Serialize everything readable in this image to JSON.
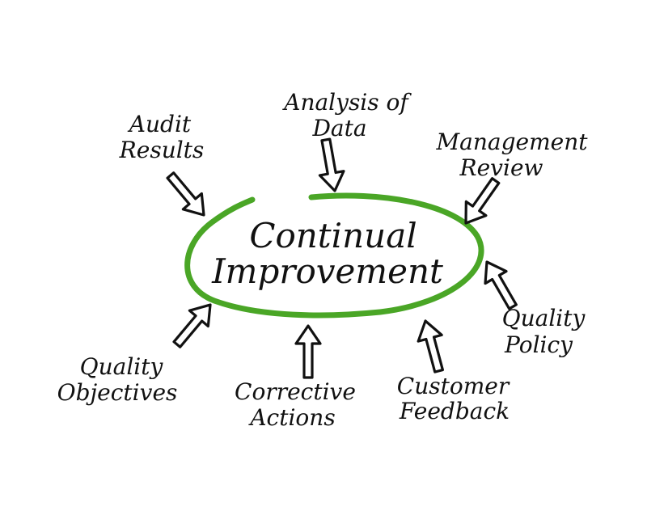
{
  "center": {
    "line1": "Continual",
    "line2": "Improvement"
  },
  "nodes": [
    {
      "id": "audit",
      "line1": "Audit",
      "line2": "Results"
    },
    {
      "id": "analysis",
      "line1": "Analysis of",
      "line2": "Data"
    },
    {
      "id": "management",
      "line1": "Management",
      "line2": "Review"
    },
    {
      "id": "policy",
      "line1": "Quality",
      "line2": "Policy"
    },
    {
      "id": "customer",
      "line1": "Customer",
      "line2": "Feedback"
    },
    {
      "id": "corrective",
      "line1": "Corrective",
      "line2": "Actions"
    },
    {
      "id": "objectives",
      "line1": "Quality",
      "line2": "Objectives"
    }
  ],
  "colors": {
    "ellipse": "#4aa626",
    "text": "#111111",
    "background": "#ffffff"
  }
}
